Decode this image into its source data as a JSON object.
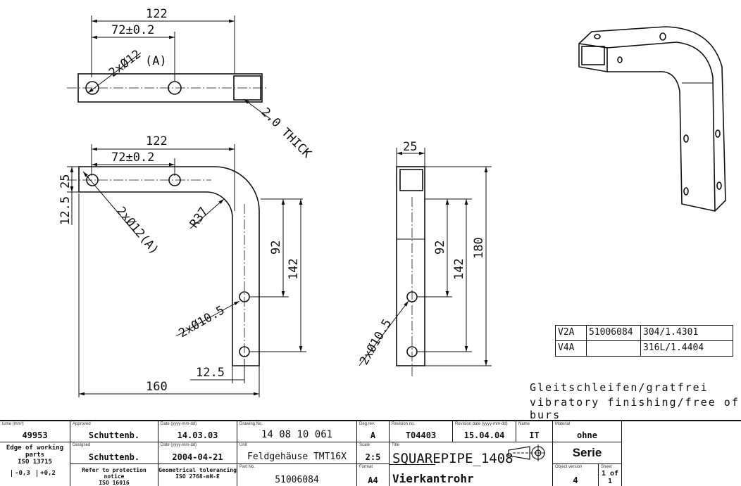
{
  "drawing": {
    "top_view": {
      "dim_length": "122",
      "dim_hole_spacing": "72±0.2",
      "hole_callout": "2xØ12",
      "hole_ref": "(A)",
      "thickness": "2.0 THICK"
    },
    "front_view": {
      "dim_length": "122",
      "dim_hole_spacing": "72±0.2",
      "dim_height": "25",
      "dim_hole_offset": "12.5",
      "hole_callout": "2xØ12(A)",
      "radius": "R37",
      "dim_92": "92",
      "dim_142": "142",
      "hole_callout_lower": "2xØ10.5",
      "dim_width": "160",
      "dim_edge": "12.5"
    },
    "side_view": {
      "dim_width": "25",
      "dim_92": "92",
      "dim_142": "142",
      "dim_180": "180",
      "hole_callout": "2xØ10.5"
    }
  },
  "material_table": [
    {
      "grade": "V2A",
      "part": "51006084",
      "material": "304/1.4301"
    },
    {
      "grade": "V4A",
      "part": "",
      "material": "316L/1.4404"
    }
  ],
  "notes": [
    "Gleitschleifen/gratfrei",
    "vibratory finishing/free of burs"
  ],
  "title_block": {
    "volume_label": "lume (mm³)",
    "volume": "49953",
    "edge_title": "Edge of working parts",
    "edge_std": "ISO 13715",
    "edge_minus": "-0,3",
    "edge_plus": "+0,2",
    "approved_label": "Approved",
    "approved": "Schuttenb.",
    "designed_label": "Designed",
    "designed": "Schuttenb.",
    "protection": "Refer to protection notice",
    "protection_std": "ISO 16016",
    "date1_label": "Date (yyyy-mm-dd)",
    "date1": "14.03.03",
    "date2_label": "Date (yyyy-mm-dd)",
    "date2": "2004-04-21",
    "tolerance": "Geometrical tolerancing",
    "tolerance_std": "ISO 2768-mH-E",
    "drawing_no_label": "Drawing No.",
    "drawing_no": "14 08 10 061",
    "unit_label": "Unit",
    "unit": "Feldgehäuse TMT16X",
    "part_no_label": "Part No.",
    "part_no": "51006084",
    "deg_rev_label": "Deg.rev.",
    "deg_rev": "A",
    "scale_label": "Scale",
    "scale": "2:5",
    "format_label": "Format",
    "format": "A4",
    "revision_no_label": "Revision no.",
    "revision_no": "T04403",
    "revision_date_label": "Revision date (yyyy-mm-dd)",
    "revision_date": "15.04.04",
    "name_label": "Name",
    "name": "IT",
    "title_label": "Title",
    "title": "SQUAREPIPE_1408",
    "subtitle": "Vierkantrohr",
    "material_label": "Material",
    "material": "ohne",
    "status": "Serie",
    "object_version_label": "Object version",
    "object_version": "4",
    "sheet_label": "Sheet",
    "sheet": "1 of 1"
  }
}
